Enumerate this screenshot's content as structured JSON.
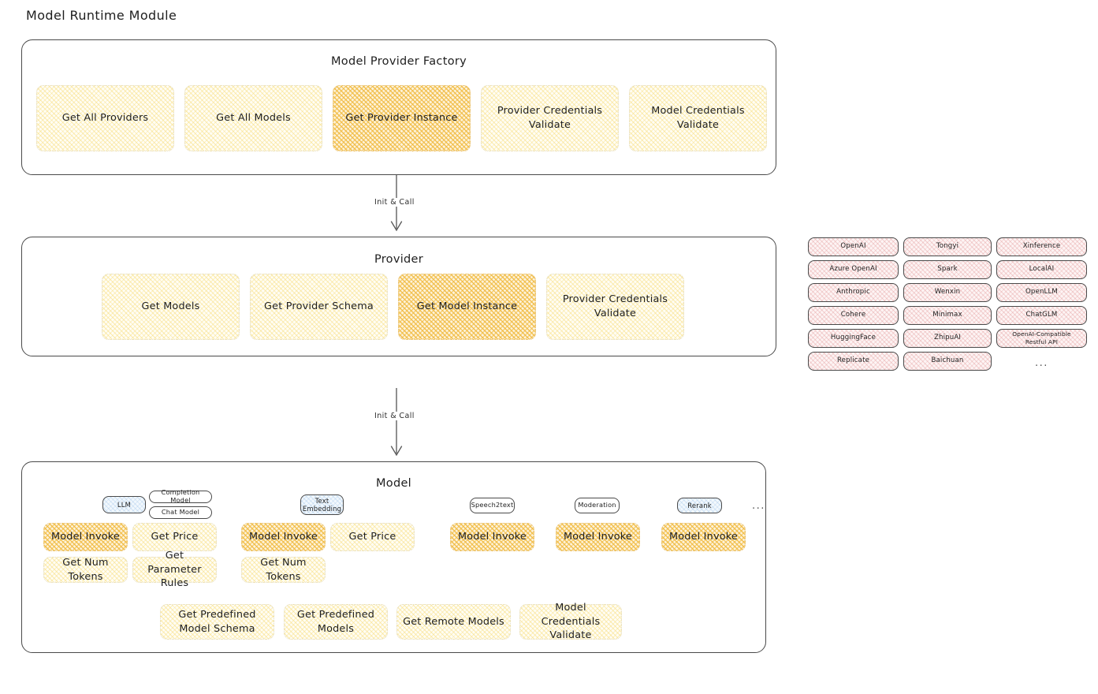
{
  "page": {
    "title": "Model Runtime Module"
  },
  "factory": {
    "title": "Model Provider Factory",
    "nodes": [
      {
        "label": "Get All Providers",
        "highlighted": false
      },
      {
        "label": "Get All Models",
        "highlighted": false
      },
      {
        "label": "Get Provider Instance",
        "highlighted": true
      },
      {
        "label": "Provider Credentials Validate",
        "highlighted": false
      },
      {
        "label": "Model Credentials Validate",
        "highlighted": false
      }
    ]
  },
  "arrows": [
    {
      "label": "Init & Call",
      "from": "Model Provider Factory",
      "to": "Provider"
    },
    {
      "label": "Init & Call",
      "from": "Provider",
      "to": "Model"
    }
  ],
  "provider": {
    "title": "Provider",
    "nodes": [
      {
        "label": "Get Models",
        "highlighted": false
      },
      {
        "label": "Get Provider Schema",
        "highlighted": false
      },
      {
        "label": "Get Model Instance",
        "highlighted": true
      },
      {
        "label": "Provider Credentials Validate",
        "highlighted": false
      }
    ]
  },
  "provider_list": {
    "columns": [
      [
        "OpenAI",
        "Azure OpenAI",
        "Anthropic",
        "Cohere",
        "HuggingFace",
        "Replicate"
      ],
      [
        "Tongyi",
        "Spark",
        "Wenxin",
        "Minimax",
        "ZhipuAI",
        "Baichuan"
      ],
      [
        "Xinference",
        "LocalAI",
        "OpenLLM",
        "ChatGLM",
        "OpenAI-Compatible Restful API"
      ]
    ],
    "more": "..."
  },
  "model": {
    "title": "Model",
    "more": "...",
    "types": [
      {
        "badge": "LLM",
        "badge_style": "blue",
        "sub_badges": [
          "Completion Model",
          "Chat Model"
        ],
        "ops": [
          {
            "label": "Model Invoke",
            "highlighted": true
          },
          {
            "label": "Get Price",
            "highlighted": false
          },
          {
            "label": "Get Num Tokens",
            "highlighted": false
          },
          {
            "label": "Get Parameter Rules",
            "highlighted": false
          }
        ]
      },
      {
        "badge": "Text Embedding",
        "badge_style": "blue",
        "sub_badges": [],
        "ops": [
          {
            "label": "Model Invoke",
            "highlighted": true
          },
          {
            "label": "Get Price",
            "highlighted": false
          },
          {
            "label": "Get Num Tokens",
            "highlighted": false
          }
        ]
      },
      {
        "badge": "Speech2text",
        "badge_style": "plain",
        "sub_badges": [],
        "ops": [
          {
            "label": "Model Invoke",
            "highlighted": false
          }
        ]
      },
      {
        "badge": "Moderation",
        "badge_style": "plain",
        "sub_badges": [],
        "ops": [
          {
            "label": "Model Invoke",
            "highlighted": false
          }
        ]
      },
      {
        "badge": "Rerank",
        "badge_style": "blue",
        "sub_badges": [],
        "ops": [
          {
            "label": "Model Invoke",
            "highlighted": false
          }
        ]
      }
    ],
    "common_ops": [
      "Get Predefined Model Schema",
      "Get Predefined Models",
      "Get Remote Models",
      "Model Credentials Validate"
    ]
  },
  "colors": {
    "highlight_amber": "#f0b93c",
    "cream": "#f7dc78",
    "provider_pink": "#e29696",
    "badge_blue": "#96bee6",
    "outline": "#4a4a4a"
  }
}
